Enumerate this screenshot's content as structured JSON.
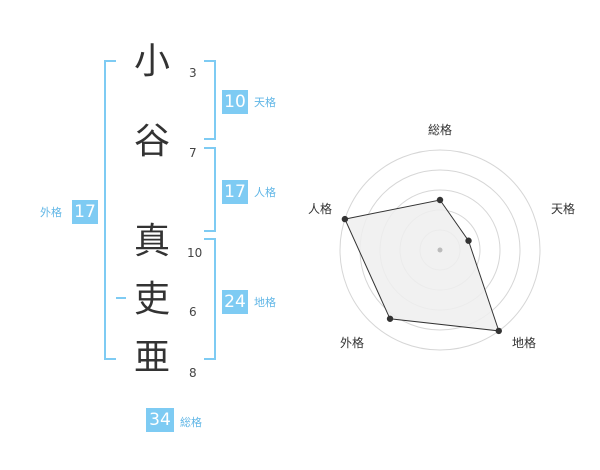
{
  "characters": [
    {
      "char": "小",
      "strokes": "3"
    },
    {
      "char": "谷",
      "strokes": "7"
    },
    {
      "char": "真",
      "strokes": "10"
    },
    {
      "char": "吏",
      "strokes": "6"
    },
    {
      "char": "亜",
      "strokes": "8"
    }
  ],
  "kaku": {
    "ten": {
      "value": "10",
      "label": "天格"
    },
    "jin": {
      "value": "17",
      "label": "人格"
    },
    "chi": {
      "value": "24",
      "label": "地格"
    },
    "gai": {
      "value": "17",
      "label": "外格"
    },
    "sou": {
      "value": "34",
      "label": "総格"
    }
  },
  "radar": {
    "axes": [
      "総格",
      "天格",
      "地格",
      "外格",
      "人格"
    ],
    "values": [
      0.5,
      0.3,
      1.0,
      0.85,
      1.0
    ]
  },
  "colors": {
    "accent": "#7ecbf3",
    "label": "#60b6e6"
  }
}
